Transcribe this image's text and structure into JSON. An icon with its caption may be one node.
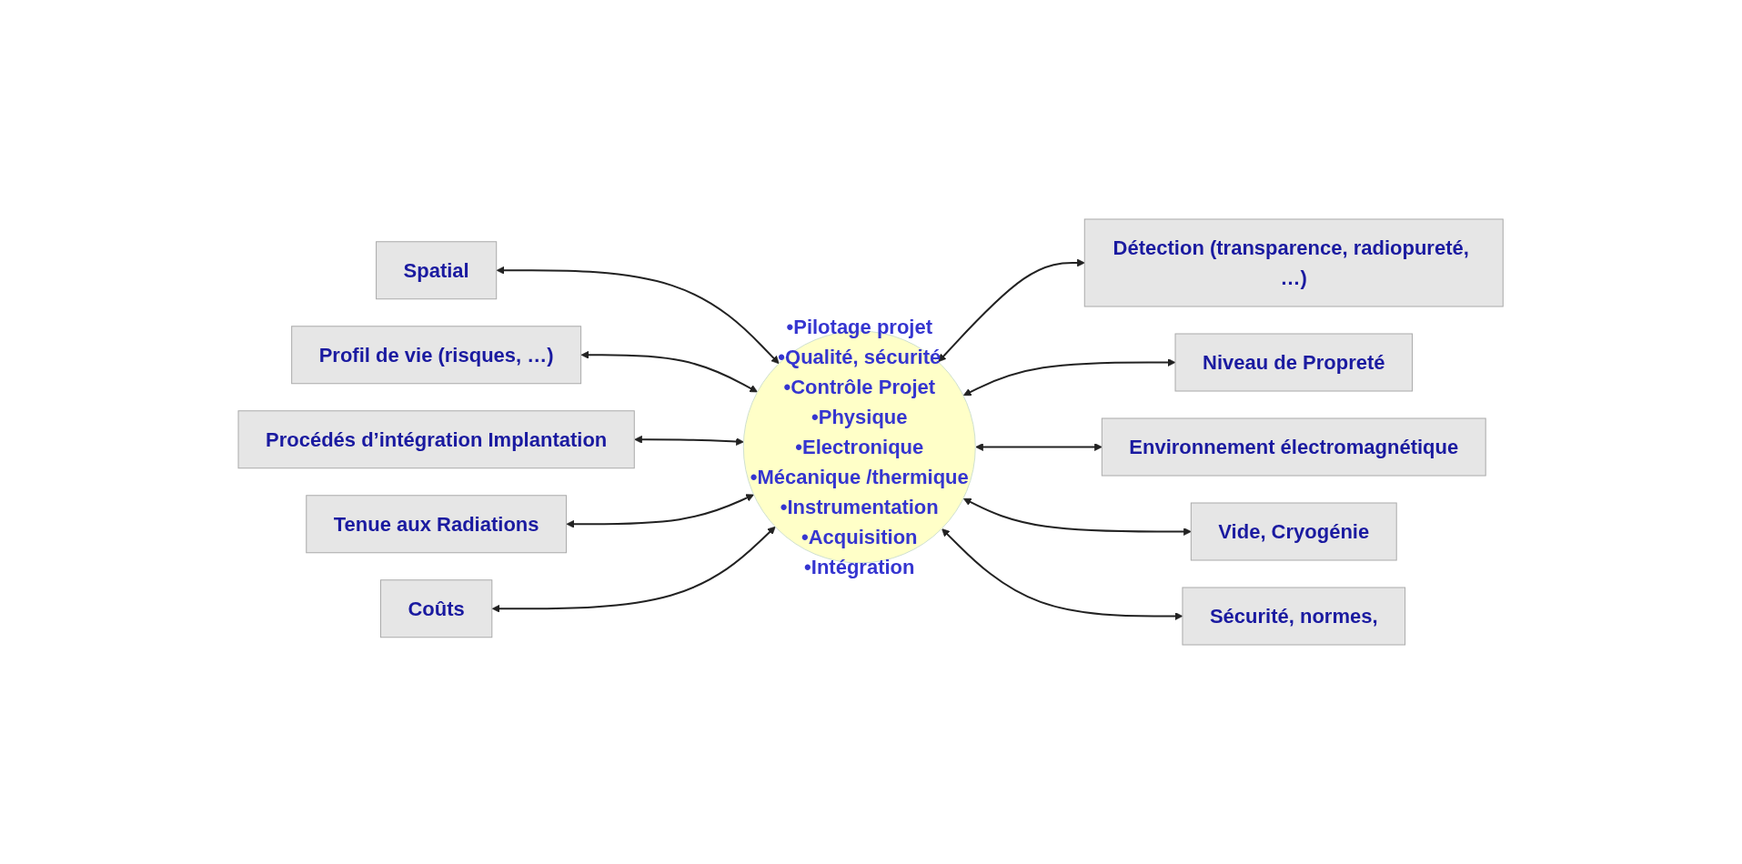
{
  "diagram": {
    "nodes": [
      {
        "text": [
          "•Pilotage projet",
          "•Qualité, sécurité",
          "•Contrôle Projet",
          "•Physique",
          "•Electronique",
          "•Mécanique /thermique",
          "•Instrumentation",
          "•Acquisition",
          "•Intégration"
        ]
      },
      {
        "text": [
          "Spatial"
        ]
      },
      {
        "text": [
          "Profil de vie (risques, …)"
        ]
      },
      {
        "text": [
          "Détection (transparence, radiopureté, …)"
        ]
      },
      {
        "text": [
          "Niveau de Propreté"
        ]
      },
      {
        "text": [
          "Procédés d’intégration Implantation"
        ]
      },
      {
        "text": [
          "Environnement électromagnétique"
        ]
      },
      {
        "text": [
          "Tenue aux Radiations"
        ]
      },
      {
        "text": [
          "Coûts"
        ]
      },
      {
        "text": [
          "Vide, Cryogénie"
        ]
      },
      {
        "text": [
          "Sécurité, normes,"
        ]
      }
    ],
    "edges": [
      {
        "from": 1,
        "to": 0,
        "arrow": "both"
      },
      {
        "from": 2,
        "to": 0,
        "arrow": "both"
      },
      {
        "from": 0,
        "to": 3,
        "arrow": "both"
      },
      {
        "from": 0,
        "to": 4,
        "arrow": "both"
      },
      {
        "from": 5,
        "to": 0,
        "arrow": "both"
      },
      {
        "from": 0,
        "to": 6,
        "arrow": "both"
      },
      {
        "from": 7,
        "to": 0,
        "arrow": "both"
      },
      {
        "from": 8,
        "to": 0,
        "arrow": "both"
      },
      {
        "from": 0,
        "to": 9,
        "arrow": "both"
      },
      {
        "from": 0,
        "to": 10,
        "arrow": "both"
      }
    ]
  }
}
